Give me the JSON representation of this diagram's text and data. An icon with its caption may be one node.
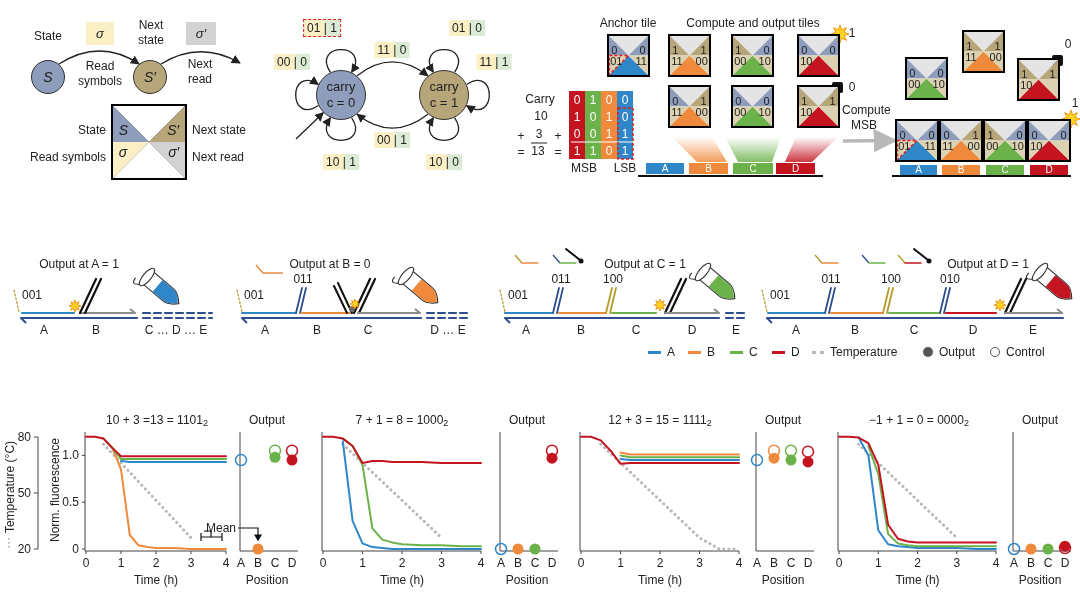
{
  "diagram": {
    "nodes": [
      {
        "text": [
          "S"
        ],
        "beside": [
          "State"
        ]
      },
      {
        "text": [
          "S′"
        ],
        "beside": [
          "Next state"
        ]
      },
      {
        "text": [
          "σ"
        ]
      },
      {
        "text": [
          "σ′"
        ]
      },
      {
        "text": [],
        "shape": "box"
      },
      {
        "text": [
          "S"
        ],
        "in": 4,
        "beside": [
          "State"
        ]
      },
      {
        "text": [
          "S′"
        ],
        "in": 4,
        "beside": [
          "Next state"
        ]
      },
      {
        "text": [
          "σ"
        ],
        "in": 4,
        "beside": [
          "Read symbols"
        ]
      },
      {
        "text": [
          "σ′"
        ],
        "in": 4,
        "beside": [
          "Next read"
        ]
      },
      {
        "text": [
          "carry c = 0"
        ]
      },
      {
        "text": [
          "carry c = 1"
        ]
      },
      {
        "text": [
          "0",
          "0",
          "01",
          "11"
        ]
      },
      {
        "text": [
          "1",
          "1",
          "11",
          "00"
        ]
      },
      {
        "text": [
          "1",
          "0",
          "00",
          "10"
        ]
      },
      {
        "text": [
          "0",
          "0",
          "10"
        ],
        "beside": [
          "1"
        ]
      },
      {
        "text": [
          "0",
          "1",
          "11",
          "00"
        ]
      },
      {
        "text": [
          "0",
          "0",
          "00",
          "10"
        ]
      },
      {
        "text": [
          "1",
          "1",
          "10"
        ],
        "beside": [
          "0"
        ]
      },
      {
        "text": [
          "A"
        ]
      },
      {
        "text": [
          "B"
        ]
      },
      {
        "text": [
          "C"
        ]
      },
      {
        "text": [
          "D"
        ]
      },
      {
        "text": [
          "0",
          "0",
          "00",
          "10"
        ]
      },
      {
        "text": [
          "1",
          "1",
          "11",
          "00"
        ]
      },
      {
        "text": [
          "1",
          "1",
          "10"
        ],
        "beside": [
          "0"
        ]
      },
      {
        "text": [
          "0",
          "0",
          "01",
          "11"
        ]
      },
      {
        "text": [
          "0",
          "1",
          "11",
          "00"
        ]
      },
      {
        "text": [
          "1",
          "0",
          "00",
          "10"
        ]
      },
      {
        "text": [
          "0",
          "0",
          "10"
        ],
        "beside": [
          "1"
        ]
      },
      {
        "text": [
          "A"
        ]
      },
      {
        "text": [
          "B"
        ]
      },
      {
        "text": [
          "C"
        ]
      },
      {
        "text": [
          "D"
        ]
      }
    ],
    "edges": [
      {
        "from": 0,
        "to": 1,
        "arrow": "to",
        "label": "Read symbols"
      },
      {
        "from": 1,
        "to": null,
        "arrow": "to",
        "label": "Next read"
      },
      {
        "from": 9,
        "to": 9,
        "arrow": "to",
        "label": "01 | 1"
      },
      {
        "from": 10,
        "to": 10,
        "arrow": "to",
        "label": "01 | 0"
      },
      {
        "from": 9,
        "to": 10,
        "arrow": "to",
        "label": "11 | 0"
      },
      {
        "from": 9,
        "to": 9,
        "arrow": "to",
        "label": "00 | 0"
      },
      {
        "from": 10,
        "to": 10,
        "arrow": "to",
        "label": "11 | 1"
      },
      {
        "from": null,
        "to": 9,
        "arrow": "to"
      },
      {
        "from": 10,
        "to": 9,
        "arrow": "to",
        "label": "00 | 1"
      },
      {
        "from": 9,
        "to": 9,
        "arrow": "to",
        "label": "10 | 1"
      },
      {
        "from": 10,
        "to": 10,
        "arrow": "to",
        "label": "10 | 0"
      },
      {
        "from": null,
        "to": 25,
        "arrow": "to",
        "label": "Compute MSB",
        "style": "thick",
        "color": "#b8b8b8"
      }
    ],
    "labels": [
      "Anchor tile",
      "Compute and output tiles",
      "Carry",
      "0",
      "1",
      "0",
      "0",
      "10",
      "1",
      "0",
      "1",
      "0",
      "+",
      "3",
      "+",
      "0",
      "0",
      "1",
      "1",
      "=",
      "13",
      "=",
      "1",
      "1",
      "0",
      "1",
      "MSB",
      "LSB",
      "Output at A = 1",
      "001",
      "A",
      "B",
      "C … D … E",
      "Output at B = 0",
      "011",
      "001",
      "A",
      "B",
      "C",
      "D … E",
      "Output at C = 1",
      "011",
      "100",
      "001",
      "A",
      "B",
      "C",
      "D",
      "E",
      "Output at D = 1",
      "011",
      "100",
      "010",
      "001",
      "A",
      "B",
      "C",
      "D",
      "E",
      "Temperature (°C)",
      "80",
      "50",
      "20",
      "Mean"
    ],
    "legend": [
      {
        "text": "A",
        "color": "#2f86c8"
      },
      {
        "text": "B",
        "color": "#ef8a3c"
      },
      {
        "text": "C",
        "color": "#6cb24a"
      },
      {
        "text": "D",
        "color": "#c3141f"
      },
      {
        "text": "Temperature"
      },
      {
        "text": "Output"
      },
      {
        "text": "Control"
      }
    ],
    "chart_data": [
      {
        "type": "line",
        "title": "10 + 3 =13 = 1101$_{2}$",
        "xlabel": "Time (h)",
        "ylabel": "Norm. fluorescence",
        "x": [
          0,
          0.25,
          0.5,
          0.75,
          1,
          1.25,
          1.5,
          1.75,
          2,
          2.5,
          3,
          3.5,
          4
        ],
        "xlim": [
          0,
          4
        ],
        "ylim": [
          0,
          1.25
        ],
        "xticks": [
          0,
          1,
          2,
          3,
          4
        ],
        "yticks": [
          0,
          0.5,
          {
            "value": 1,
            "label": "1.0"
          }
        ],
        "series": [
          {
            "color": "#b8b8b8",
            "line_style": "dotted",
            "values": [
              null,
              null,
              1.12,
              1.02,
              0.92,
              0.82,
              0.72,
              0.62,
              0.52,
              0.32,
              0.12,
              null,
              null
            ]
          },
          {
            "color": "#2f86c8",
            "values": [
              null,
              null,
              null,
              null,
              0.94,
              0.93,
              0.93,
              0.93,
              0.93,
              0.93,
              0.93,
              0.93,
              0.93
            ]
          },
          {
            "color": "#ef8a3c",
            "values": [
              null,
              null,
              1.18,
              1.08,
              0.85,
              0.15,
              0.04,
              0.02,
              0.01,
              0.01,
              0,
              0,
              0
            ]
          },
          {
            "color": "#6cb24a",
            "values": [
              null,
              null,
              1.18,
              1.08,
              0.96,
              0.96,
              0.96,
              0.96,
              0.96,
              0.96,
              0.96,
              0.96,
              0.96
            ]
          },
          {
            "color": "#c3141f",
            "values": [
              1.2,
              1.2,
              1.18,
              1.08,
              0.99,
              0.99,
              0.99,
              0.99,
              0.99,
              0.99,
              0.99,
              0.99,
              0.99
            ]
          }
        ]
      },
      {
        "type": "scatter",
        "title": "Output",
        "xlabel": "Position",
        "categories": [
          "A",
          "B",
          "C",
          "D"
        ],
        "ylim": [
          0,
          1.25
        ],
        "series": [
          {
            "colors": [
              null,
              "#ef8a3c",
              "#6cb24a",
              "#c3141f"
            ],
            "values": [
              null,
              0,
              0.98,
              0.95
            ]
          },
          {
            "colors": [
              "#2f86c8",
              null,
              "#6cb24a",
              "#c3141f"
            ],
            "values": [
              0.95,
              null,
              1.05,
              1.05
            ]
          }
        ]
      },
      {
        "type": "line",
        "title": "7 + 1 = 8 = 1000$_{2}$",
        "xlabel": "Time (h)",
        "x": [
          0,
          0.25,
          0.5,
          0.75,
          1,
          1.25,
          1.5,
          1.75,
          2,
          2.5,
          3,
          3.5,
          4
        ],
        "xlim": [
          0,
          4
        ],
        "ylim": [
          0,
          1.25
        ],
        "xticks": [
          0,
          1,
          2,
          3,
          4
        ],
        "series": [
          {
            "color": "#b8b8b8",
            "line_style": "dotted",
            "values": [
              null,
              null,
              1.12,
              1.02,
              0.92,
              0.82,
              0.72,
              0.62,
              0.52,
              0.32,
              0.12,
              null,
              null
            ]
          },
          {
            "color": "#2f86c8",
            "values": [
              null,
              null,
              1.15,
              0.3,
              0.06,
              0.02,
              0.01,
              0,
              0,
              0,
              0,
              0,
              0
            ]
          },
          {
            "color": "#6cb24a",
            "values": [
              null,
              null,
              1.18,
              1.1,
              0.9,
              0.22,
              0.1,
              0.07,
              0.05,
              0.04,
              0.04,
              0.03,
              0.03
            ]
          },
          {
            "color": "#c3141f",
            "values": [
              1.2,
              1.2,
              1.18,
              1.1,
              0.92,
              0.94,
              0.94,
              0.93,
              0.93,
              0.93,
              0.92,
              0.92,
              0.92
            ]
          }
        ]
      },
      {
        "type": "scatter",
        "title": "Output",
        "xlabel": "Position",
        "categories": [
          "A",
          "B",
          "C",
          "D"
        ],
        "ylim": [
          0,
          1.25
        ],
        "series": [
          {
            "colors": [
              null,
              "#ef8a3c",
              "#6cb24a",
              "#c3141f"
            ],
            "values": [
              null,
              0,
              0,
              0.97
            ]
          },
          {
            "colors": [
              "#2f86c8",
              null,
              null,
              "#c3141f"
            ],
            "values": [
              0,
              null,
              null,
              1.05
            ]
          }
        ]
      },
      {
        "type": "line",
        "title": "12 + 3 = 15 = 1111$_{2}$",
        "xlabel": "Time (h)",
        "x": [
          0,
          0.25,
          0.5,
          0.75,
          1,
          1.25,
          1.5,
          1.75,
          2,
          2.5,
          3,
          3.5,
          4
        ],
        "xlim": [
          0,
          4
        ],
        "ylim": [
          0,
          1.25
        ],
        "xticks": [
          0,
          1,
          2,
          3,
          4
        ],
        "series": [
          {
            "color": "#b8b8b8",
            "line_style": "dotted",
            "values": [
              null,
              null,
              1.12,
              1.02,
              0.92,
              0.82,
              0.72,
              0.62,
              0.52,
              0.32,
              0.12,
              0,
              0
            ]
          },
          {
            "color": "#2f86c8",
            "values": [
              null,
              null,
              null,
              null,
              0.96,
              0.95,
              0.95,
              0.95,
              0.95,
              0.95,
              0.95,
              0.95,
              0.95
            ]
          },
          {
            "color": "#ef8a3c",
            "values": [
              null,
              null,
              null,
              null,
              1.03,
              1.01,
              1.01,
              1.01,
              1.01,
              1.01,
              1.01,
              1.01,
              1.01
            ]
          },
          {
            "color": "#6cb24a",
            "values": [
              null,
              null,
              null,
              null,
              1.0,
              0.98,
              0.98,
              0.98,
              0.98,
              0.98,
              0.98,
              0.98,
              0.98
            ]
          },
          {
            "color": "#c3141f",
            "values": [
              1.2,
              1.2,
              1.16,
              1.05,
              0.91,
              0.92,
              0.92,
              0.92,
              0.92,
              0.92,
              0.92,
              0.92,
              0.92
            ]
          }
        ]
      },
      {
        "type": "scatter",
        "title": "Output",
        "xlabel": "Position",
        "categories": [
          "A",
          "B",
          "C",
          "D"
        ],
        "ylim": [
          0,
          1.25
        ],
        "series": [
          {
            "colors": [
              null,
              "#ef8a3c",
              "#6cb24a",
              "#c3141f"
            ],
            "values": [
              null,
              0.97,
              0.95,
              0.93
            ]
          },
          {
            "colors": [
              "#2f86c8",
              "#ef8a3c",
              "#6cb24a",
              "#c3141f"
            ],
            "values": [
              0.95,
              1.05,
              1.05,
              1.04
            ]
          }
        ]
      },
      {
        "type": "line",
        "title": "−1 + 1 = 0 = 0000$_{2}$",
        "xlabel": "Time (h)",
        "x": [
          0,
          0.25,
          0.5,
          0.75,
          1,
          1.25,
          1.5,
          1.75,
          2,
          2.5,
          3,
          3.5,
          4
        ],
        "xlim": [
          0,
          4
        ],
        "ylim": [
          0,
          1.25
        ],
        "xticks": [
          0,
          1,
          2,
          3,
          4
        ],
        "series": [
          {
            "color": "#b8b8b8",
            "line_style": "dotted",
            "values": [
              null,
              null,
              1.12,
              1.02,
              0.92,
              0.82,
              0.72,
              0.62,
              0.52,
              0.32,
              0.12,
              null,
              null
            ]
          },
          {
            "color": "#2f86c8",
            "values": [
              null,
              null,
              1.19,
              1.0,
              0.2,
              0.05,
              0.03,
              0.02,
              0.01,
              0.01,
              0.01,
              0,
              0
            ]
          },
          {
            "color": "#6cb24a",
            "values": [
              null,
              null,
              null,
              1.1,
              0.8,
              0.16,
              0.06,
              0.04,
              0.03,
              0.03,
              0.03,
              0.03,
              0.03
            ]
          },
          {
            "color": "#c3141f",
            "values": [
              1.2,
              1.2,
              1.19,
              1.13,
              0.9,
              0.26,
              0.11,
              0.08,
              0.07,
              0.07,
              0.07,
              0.07,
              0.07
            ]
          }
        ]
      },
      {
        "type": "scatter",
        "title": "Output",
        "xlabel": "Position",
        "categories": [
          "A",
          "B",
          "C",
          "D"
        ],
        "ylim": [
          0,
          1.25
        ],
        "series": [
          {
            "colors": [
              null,
              "#ef8a3c",
              "#6cb24a",
              "#c3141f"
            ],
            "values": [
              null,
              0,
              0,
              0.03
            ]
          },
          {
            "colors": [
              "#2f86c8",
              null,
              null,
              "#c3141f"
            ],
            "values": [
              0,
              null,
              null,
              0.01
            ]
          }
        ]
      }
    ]
  }
}
